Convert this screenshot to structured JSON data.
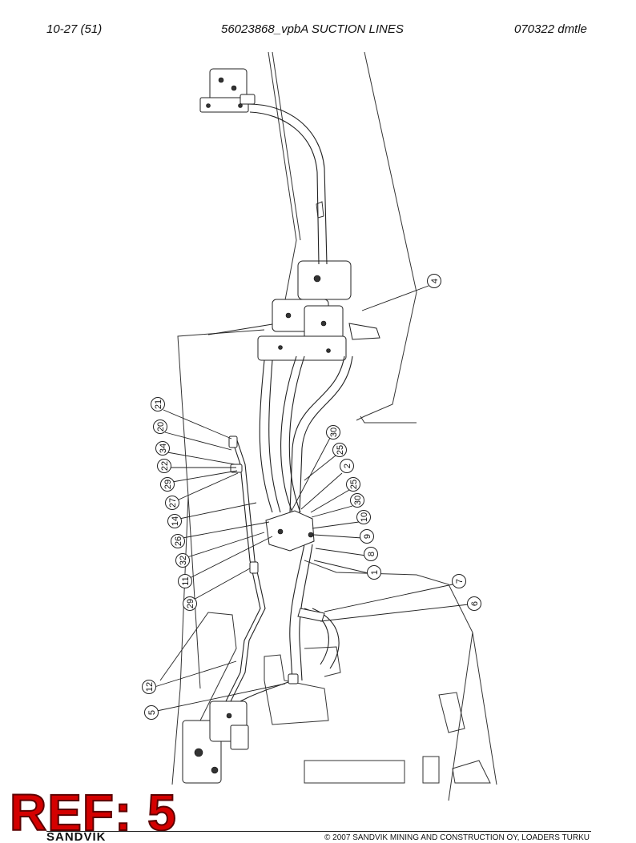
{
  "header": {
    "left": "10-27 (51)",
    "center": "56023868_vpbA SUCTION LINES",
    "right": "070322 dmtle"
  },
  "stamp": {
    "label": "REF: 5",
    "color": "#d40000"
  },
  "footer": {
    "logo": "SANDVIK",
    "copyright": "© 2007 SANDVIK MINING AND CONSTRUCTION OY, LOADERS TURKU"
  },
  "callouts": [
    "21",
    "20",
    "34",
    "22",
    "29",
    "27",
    "14",
    "26",
    "32",
    "11",
    "29",
    "30",
    "25",
    "2",
    "25",
    "30",
    "10",
    "9",
    "8",
    "1",
    "4",
    "7",
    "6",
    "12",
    "5"
  ]
}
